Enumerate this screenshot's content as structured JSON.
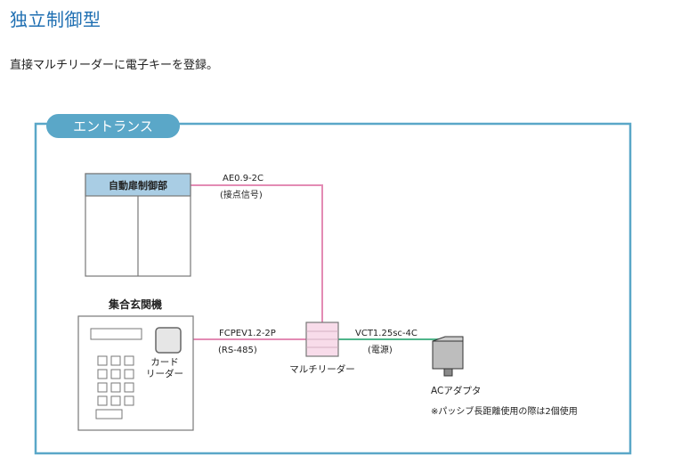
{
  "header": {
    "title": "独立制御型",
    "intro": "直接マルチリーダーに電子キーを登録。"
  },
  "diagram": {
    "zone_label": "エントランス",
    "door_controller": {
      "label": "自動扉制御部"
    },
    "intercom": {
      "label": "集合玄関機"
    },
    "card_reader": {
      "label_line1": "カード",
      "label_line2": "リーダー"
    },
    "multi_reader": {
      "label": "マルチリーダー"
    },
    "ac_adapter": {
      "label": "ACアダプタ",
      "note": "※パッシブ長距離使用の際は2個使用"
    },
    "cables": {
      "contact": {
        "spec": "AE0.9-2C",
        "desc": "(接点信号)"
      },
      "rs485": {
        "spec": "FCPEV1.2-2P",
        "desc": "(RS-485)"
      },
      "power": {
        "spec": "VCT1.25sc-4C",
        "desc": "(電源)"
      }
    },
    "colors": {
      "zone_border": "#5aa7c8",
      "zone_label_bg": "#5aa7c8",
      "door_header": "#a9cde4",
      "signal_line": "#e38bb4",
      "power_line": "#4fb58a",
      "reader_fill": "#f8dcea"
    }
  }
}
